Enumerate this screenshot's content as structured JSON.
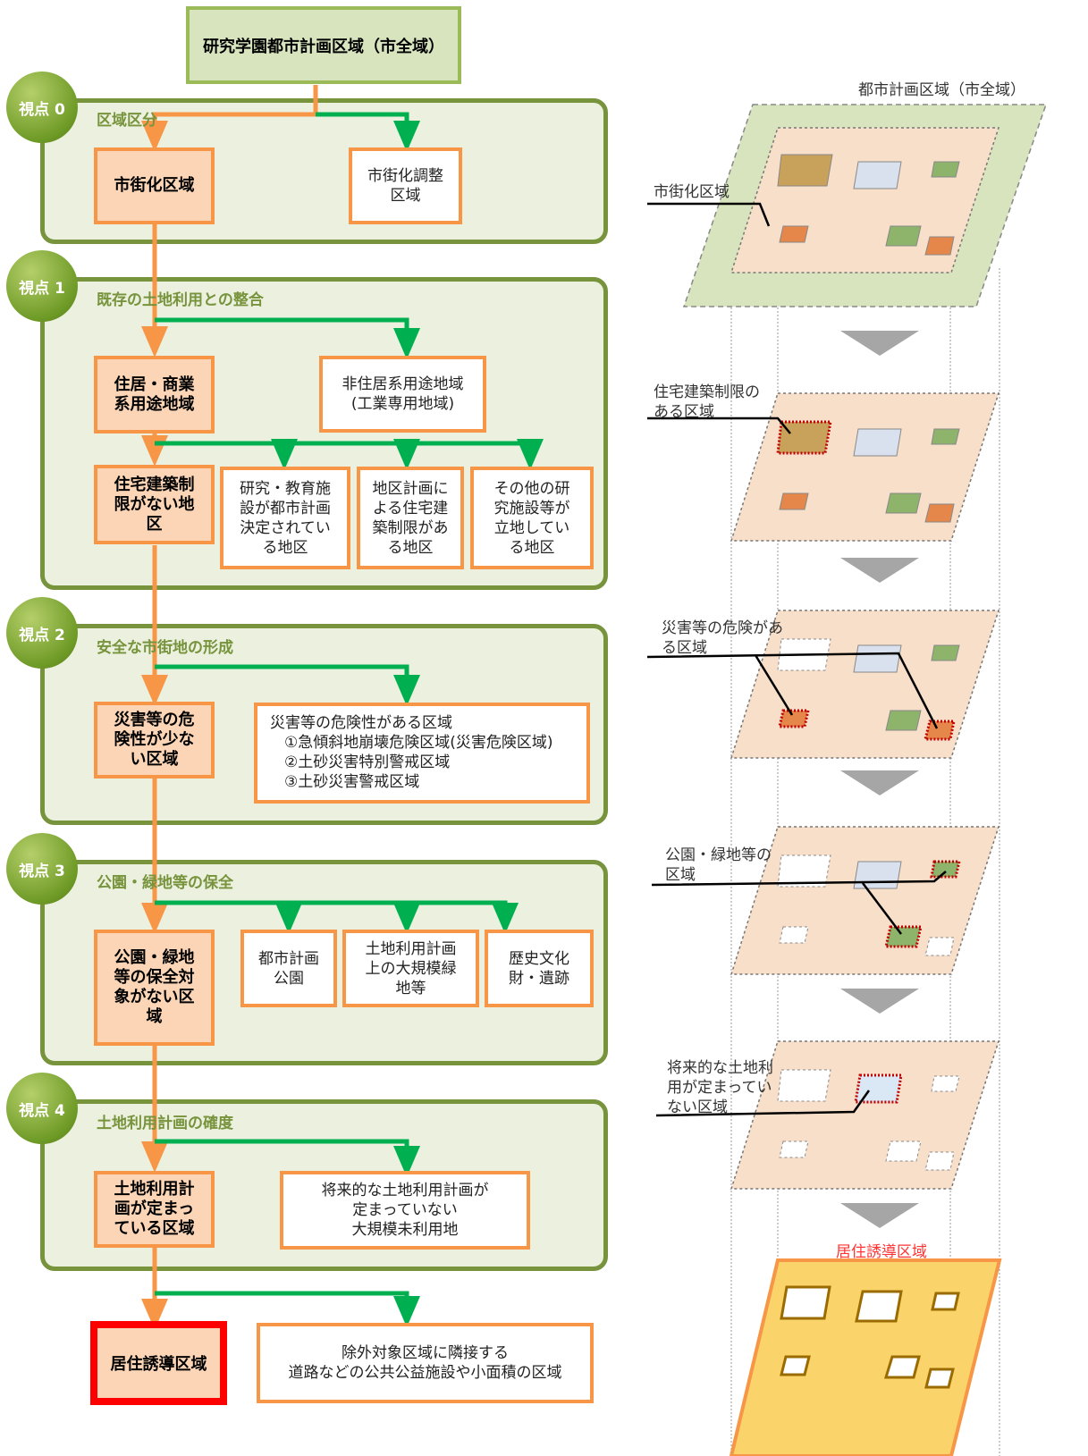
{
  "top": {
    "title": "研究学園都市計画区域（市全域）"
  },
  "viewpoints": [
    {
      "badge": "視点 0",
      "title": "区域区分",
      "main": "市街化区域",
      "excluded": [
        "市街化調整\n区域"
      ]
    },
    {
      "badge": "視点 1",
      "title": "既存の土地利用との整合",
      "main": "住居・商業\n系用途地域",
      "main2": "住宅建築制\n限がない地\n区",
      "excluded": [
        "非住居系用途地域\n(工業専用地域)",
        "研究・教育施\n設が都市計画\n決定されてい\nる地区",
        "地区計画に\nよる住宅建\n築制限があ\nる地区",
        "その他の研\n究施設等が\n立地してい\nる地区"
      ]
    },
    {
      "badge": "視点 2",
      "title": "安全な市街地の形成",
      "main": "災害等の危\n険性が少な\nい区域",
      "hazard": [
        "災害等の危険性がある区域",
        "①急傾斜地崩壊危険区域(災害危険区域)",
        "②土砂災害特別警戒区域",
        "③土砂災害警戒区域"
      ]
    },
    {
      "badge": "視点 3",
      "title": "公園・緑地等の保全",
      "main": "公園・緑地\n等の保全対\n象がない区\n域",
      "excluded": [
        "都市計画\n公園",
        "土地利用計画\n上の大規模緑\n地等",
        "歴史文化\n財・遺跡"
      ]
    },
    {
      "badge": "視点 4",
      "title": "土地利用計画の確度",
      "main": "土地利用計\n画が定まっ\nている区域",
      "excluded": [
        "将来的な土地利用計画が\n定まっていない\n大規模未利用地"
      ]
    }
  ],
  "final": {
    "label": "居住誘導区域",
    "excluded": "除外対象区域に隣接する\n道路などの公共公益施設や小面積の区域"
  },
  "right": {
    "layer0_title": "都市計画区域（市全域）",
    "labels": [
      "市街化区域",
      "住宅建築制限の\nある区域",
      "災害等の危険があ\nる区域",
      "公園・緑地等の\n区域",
      "将来的な土地利\n用が定まってい\nない区域"
    ],
    "final_label": "居住誘導区域"
  },
  "colors": {
    "orange": "#f79646",
    "green": "#00b050",
    "panel_border": "#77933c",
    "final_red": "#ff0000"
  }
}
